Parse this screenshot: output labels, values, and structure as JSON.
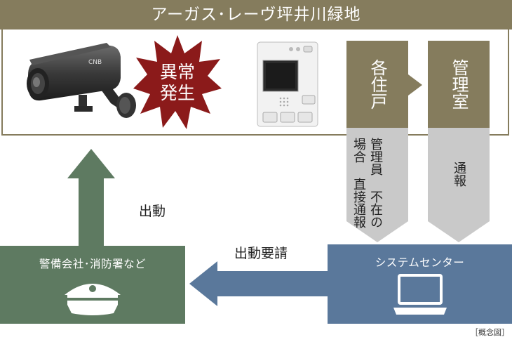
{
  "title": "アーガス･レーヴ坪井川緑地",
  "alarm_badge": "異常\n発生",
  "residence_label": "各住戸",
  "manager_room_label": "管理室",
  "left_column_text_1": "管理員",
  "left_column_text_2": "不在の場合",
  "left_column_text_3": "直接通報",
  "right_column_text": "通報",
  "dispatch_label": "出動",
  "dispatch_request_label": "出動要請",
  "security_company_label": "警備会社･消防署など",
  "system_center_label": "システムセンター",
  "note": "［概念図］",
  "colors": {
    "olive": "#857c5d",
    "gray": "#c9c9c9",
    "green": "#5e7a61",
    "blue": "#5a789b",
    "alarm": "#8b1a1a"
  }
}
